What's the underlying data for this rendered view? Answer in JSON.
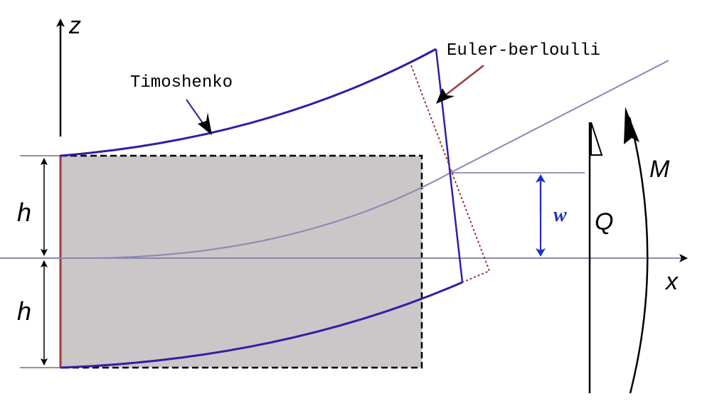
{
  "labels": {
    "z_axis": "z",
    "x_axis": "x",
    "h_top": "h",
    "h_bottom": "h",
    "w": "w",
    "Q": "Q",
    "M": "M",
    "timoshenko": "Timoshenko",
    "euler": "Euler-berloulli"
  },
  "colors": {
    "beam_fill": "#cbc6c8",
    "timoshenko": "#2f1fa3",
    "euler": "#9b3b3b",
    "neutral_axis": "#8a87b4",
    "deflection_arrow": "#1f2fc0",
    "w_label": "#2632b8",
    "black": "#000000"
  }
}
